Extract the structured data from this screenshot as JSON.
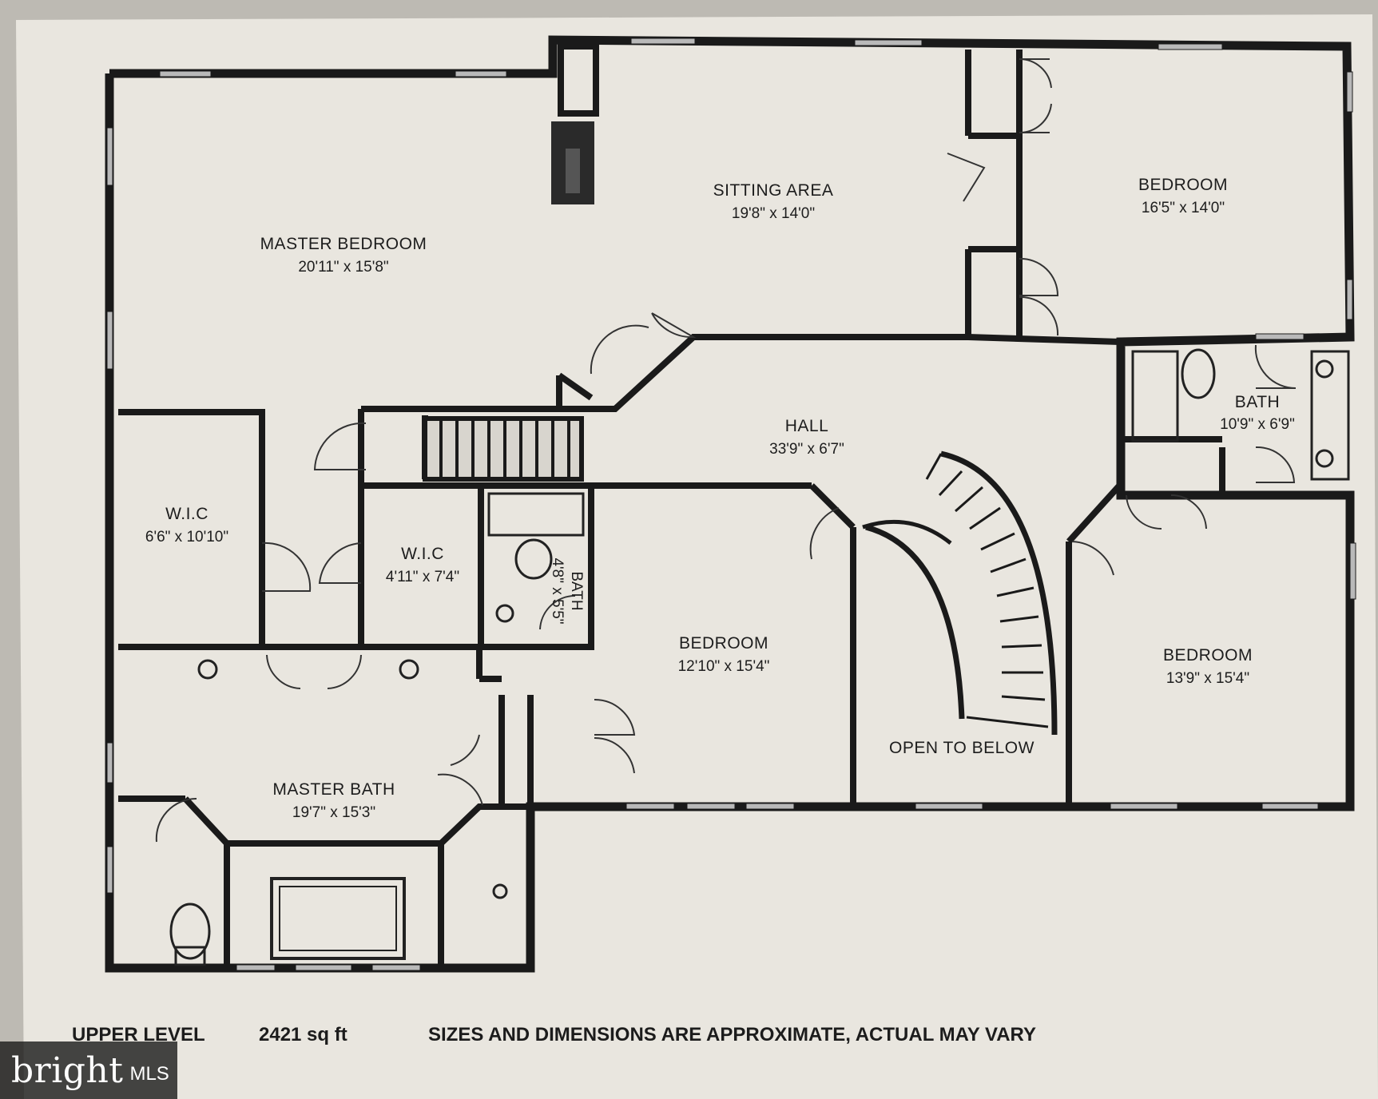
{
  "rooms": {
    "master_bedroom": {
      "name": "MASTER BEDROOM",
      "dim": "20'11\" x 15'8\""
    },
    "sitting_area": {
      "name": "SITTING AREA",
      "dim": "19'8\" x 14'0\""
    },
    "bedroom_ne": {
      "name": "BEDROOM",
      "dim": "16'5\" x 14'0\""
    },
    "bath_e": {
      "name": "BATH",
      "dim": "10'9\" x 6'9\""
    },
    "hall": {
      "name": "HALL",
      "dim": "33'9\" x 6'7\""
    },
    "wic_left": {
      "name": "W.I.C",
      "dim": "6'6\" x 10'10\""
    },
    "wic_mid": {
      "name": "W.I.C",
      "dim": "4'11\" x 7'4\""
    },
    "bath_small": {
      "name": "BATH",
      "dim": "4'8\" x 5'5\""
    },
    "bedroom_mid": {
      "name": "BEDROOM",
      "dim": "12'10\" x 15'4\""
    },
    "bedroom_se": {
      "name": "BEDROOM",
      "dim": "13'9\" x 15'4\""
    },
    "open_to_below": {
      "name": "OPEN TO BELOW"
    },
    "master_bath": {
      "name": "MASTER BATH",
      "dim": "19'7\" x 15'3\""
    }
  },
  "footer": {
    "level": "UPPER LEVEL",
    "area": "2421 sq ft",
    "disclaimer": "SIZES AND DIMENSIONS ARE APPROXIMATE, ACTUAL MAY VARY"
  },
  "watermark": {
    "brand": "bright",
    "suffix": "MLS"
  },
  "colors": {
    "paper": "#e9e6df",
    "wall": "#1a1a1a",
    "window": "#b9b9b9",
    "background": "#bdbab3"
  }
}
